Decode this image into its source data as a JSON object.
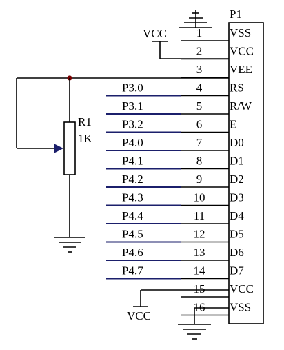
{
  "connector": {
    "ref": "P1",
    "pins": [
      {
        "num": "1",
        "name": "VSS"
      },
      {
        "num": "2",
        "name": "VCC"
      },
      {
        "num": "3",
        "name": "VEE"
      },
      {
        "num": "4",
        "name": "RS"
      },
      {
        "num": "5",
        "name": "R/W"
      },
      {
        "num": "6",
        "name": "E"
      },
      {
        "num": "7",
        "name": "D0"
      },
      {
        "num": "8",
        "name": "D1"
      },
      {
        "num": "9",
        "name": "D2"
      },
      {
        "num": "10",
        "name": "D3"
      },
      {
        "num": "11",
        "name": "D4"
      },
      {
        "num": "12",
        "name": "D5"
      },
      {
        "num": "13",
        "name": "D6"
      },
      {
        "num": "14",
        "name": "D7"
      },
      {
        "num": "15",
        "name": "VCC"
      },
      {
        "num": "16",
        "name": "VSS"
      }
    ]
  },
  "nets": {
    "4": "P3.0",
    "5": "P3.1",
    "6": "P3.2",
    "7": "P4.0",
    "8": "P4.1",
    "9": "P4.2",
    "10": "P4.3",
    "11": "P4.4",
    "12": "P4.5",
    "13": "P4.6",
    "14": "P4.7"
  },
  "potentiometer": {
    "ref": "R1",
    "value": "1K"
  },
  "power": {
    "vcc_top": "VCC",
    "vcc_bottom": "VCC"
  }
}
